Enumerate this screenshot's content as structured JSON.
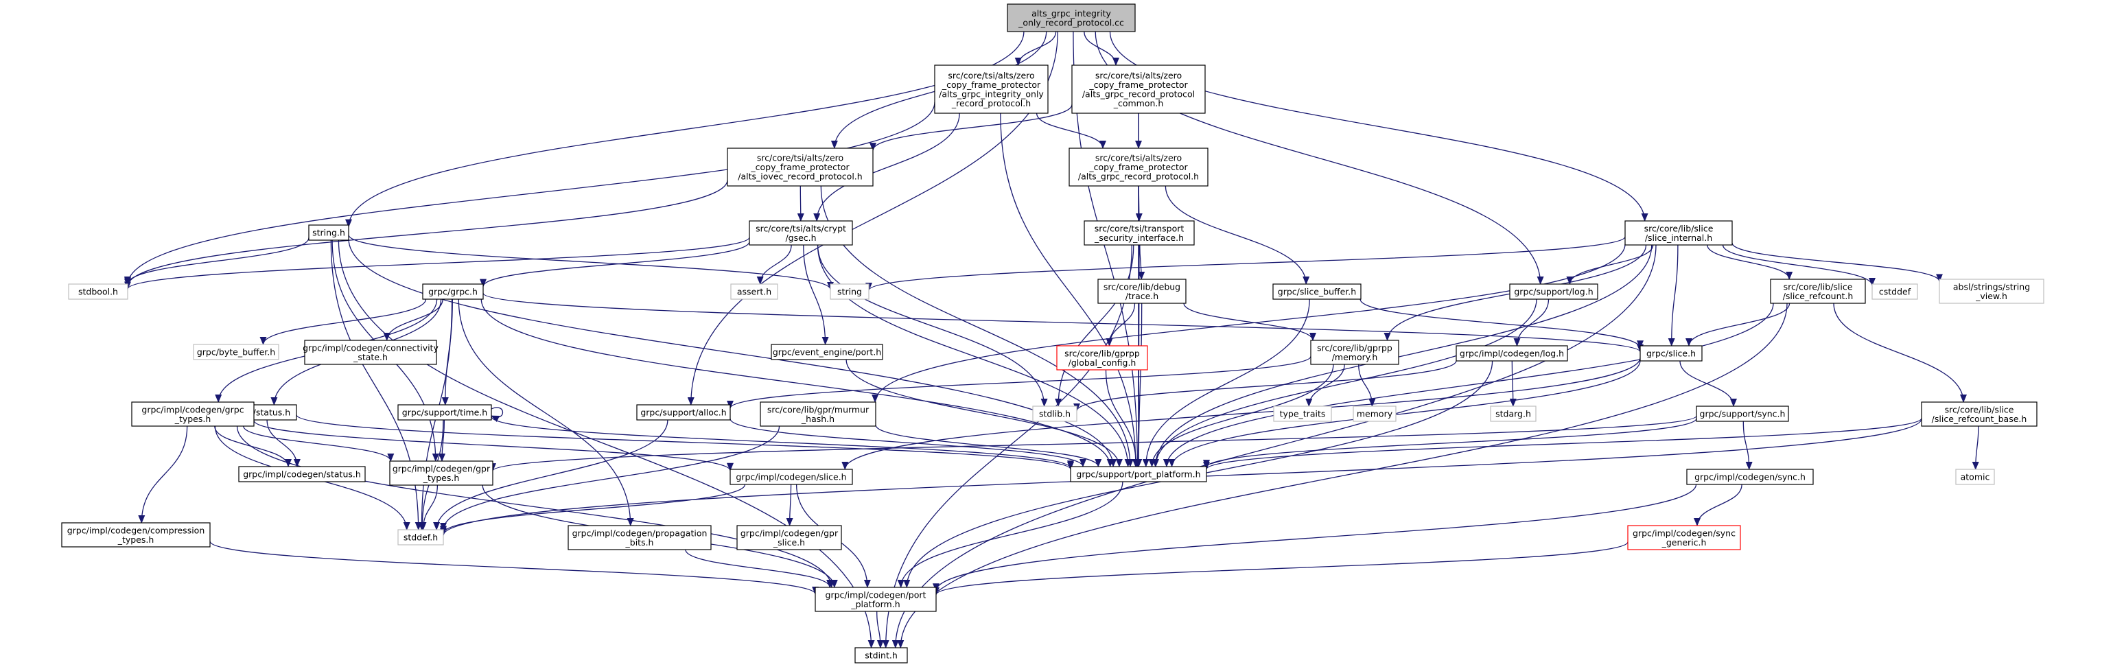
{
  "colors": {
    "edge": "#191970",
    "node_border": "#000000",
    "external_border": "#bfbfbf",
    "missing_border": "#ff0000",
    "root_fill": "#bfbfbf",
    "text": "#000000"
  },
  "nodes": [
    {
      "id": "root",
      "lines": [
        "alts_grpc_integrity",
        "_only_record_protocol.cc"
      ],
      "kind": "root"
    },
    {
      "id": "integ_h",
      "lines": [
        "src/core/tsi/alts/zero",
        "_copy_frame_protector",
        "/alts_grpc_integrity_only",
        "_record_protocol.h"
      ],
      "kind": "normal"
    },
    {
      "id": "rp_common",
      "lines": [
        "src/core/tsi/alts/zero",
        "_copy_frame_protector",
        "/alts_grpc_record_protocol",
        "_common.h"
      ],
      "kind": "normal"
    },
    {
      "id": "iovec",
      "lines": [
        "src/core/tsi/alts/zero",
        "_copy_frame_protector",
        "/alts_iovec_record_protocol.h"
      ],
      "kind": "normal"
    },
    {
      "id": "rp_h",
      "lines": [
        "src/core/tsi/alts/zero",
        "_copy_frame_protector",
        "/alts_grpc_record_protocol.h"
      ],
      "kind": "normal"
    },
    {
      "id": "string_h",
      "lines": [
        "string.h"
      ],
      "kind": "normal"
    },
    {
      "id": "gsec",
      "lines": [
        "src/core/tsi/alts/crypt",
        "/gsec.h"
      ],
      "kind": "normal"
    },
    {
      "id": "tsi_iface",
      "lines": [
        "src/core/tsi/transport",
        "_security_interface.h"
      ],
      "kind": "normal"
    },
    {
      "id": "slice_internal",
      "lines": [
        "src/core/lib/slice",
        "/slice_internal.h"
      ],
      "kind": "normal"
    },
    {
      "id": "stdbool",
      "lines": [
        "stdbool.h"
      ],
      "kind": "external"
    },
    {
      "id": "assert",
      "lines": [
        "assert.h"
      ],
      "kind": "external"
    },
    {
      "id": "string",
      "lines": [
        "string"
      ],
      "kind": "external"
    },
    {
      "id": "grpc_h",
      "lines": [
        "grpc/grpc.h"
      ],
      "kind": "normal"
    },
    {
      "id": "debug_trace",
      "lines": [
        "src/core/lib/debug",
        "/trace.h"
      ],
      "kind": "normal"
    },
    {
      "id": "slice_buffer",
      "lines": [
        "grpc/slice_buffer.h"
      ],
      "kind": "normal"
    },
    {
      "id": "support_log",
      "lines": [
        "grpc/support/log.h"
      ],
      "kind": "normal"
    },
    {
      "id": "slice_refcount",
      "lines": [
        "src/core/lib/slice",
        "/slice_refcount.h"
      ],
      "kind": "normal"
    },
    {
      "id": "cstddef",
      "lines": [
        "cstddef"
      ],
      "kind": "external"
    },
    {
      "id": "string_view",
      "lines": [
        "absl/strings/string",
        "_view.h"
      ],
      "kind": "external"
    },
    {
      "id": "byte_buffer",
      "lines": [
        "grpc/byte_buffer.h"
      ],
      "kind": "external"
    },
    {
      "id": "connectivity",
      "lines": [
        "grpc/impl/codegen/connectivity",
        "_state.h"
      ],
      "kind": "normal"
    },
    {
      "id": "ee_port",
      "lines": [
        "grpc/event_engine/port.h"
      ],
      "kind": "normal"
    },
    {
      "id": "global_config",
      "lines": [
        "src/core/lib/gprpp",
        "/global_config.h"
      ],
      "kind": "missing"
    },
    {
      "id": "gprpp_memory",
      "lines": [
        "src/core/lib/gprpp",
        "/memory.h"
      ],
      "kind": "normal"
    },
    {
      "id": "codegen_log",
      "lines": [
        "grpc/impl/codegen/log.h"
      ],
      "kind": "normal"
    },
    {
      "id": "slice_h",
      "lines": [
        "grpc/slice.h"
      ],
      "kind": "normal"
    },
    {
      "id": "status_h",
      "lines": [
        "grpc/status.h"
      ],
      "kind": "normal"
    },
    {
      "id": "support_time",
      "lines": [
        "grpc/support/time.h"
      ],
      "kind": "normal"
    },
    {
      "id": "grpc_types",
      "lines": [
        "grpc/impl/codegen/grpc",
        "_types.h"
      ],
      "kind": "normal"
    },
    {
      "id": "support_alloc",
      "lines": [
        "grpc/support/alloc.h"
      ],
      "kind": "normal"
    },
    {
      "id": "murmur",
      "lines": [
        "src/core/lib/gpr/murmur",
        "_hash.h"
      ],
      "kind": "normal"
    },
    {
      "id": "stdlib",
      "lines": [
        "stdlib.h"
      ],
      "kind": "external"
    },
    {
      "id": "type_traits",
      "lines": [
        "type_traits"
      ],
      "kind": "external"
    },
    {
      "id": "memory",
      "lines": [
        "memory"
      ],
      "kind": "external"
    },
    {
      "id": "stdarg",
      "lines": [
        "stdarg.h"
      ],
      "kind": "external"
    },
    {
      "id": "support_sync",
      "lines": [
        "grpc/support/sync.h"
      ],
      "kind": "normal"
    },
    {
      "id": "refcount_base",
      "lines": [
        "src/core/lib/slice",
        "/slice_refcount_base.h"
      ],
      "kind": "normal"
    },
    {
      "id": "codegen_status",
      "lines": [
        "grpc/impl/codegen/status.h"
      ],
      "kind": "normal"
    },
    {
      "id": "gpr_types",
      "lines": [
        "grpc/impl/codegen/gpr",
        "_types.h"
      ],
      "kind": "normal"
    },
    {
      "id": "support_pp",
      "lines": [
        "grpc/support/port_platform.h"
      ],
      "kind": "normal"
    },
    {
      "id": "codegen_slice",
      "lines": [
        "grpc/impl/codegen/slice.h"
      ],
      "kind": "normal"
    },
    {
      "id": "codegen_sync",
      "lines": [
        "grpc/impl/codegen/sync.h"
      ],
      "kind": "normal"
    },
    {
      "id": "atomic",
      "lines": [
        "atomic"
      ],
      "kind": "external"
    },
    {
      "id": "compression",
      "lines": [
        "grpc/impl/codegen/compression",
        "_types.h"
      ],
      "kind": "normal"
    },
    {
      "id": "stddef",
      "lines": [
        "stddef.h"
      ],
      "kind": "external"
    },
    {
      "id": "propagation",
      "lines": [
        "grpc/impl/codegen/propagation",
        "_bits.h"
      ],
      "kind": "normal"
    },
    {
      "id": "gpr_slice",
      "lines": [
        "grpc/impl/codegen/gpr",
        "_slice.h"
      ],
      "kind": "normal"
    },
    {
      "id": "sync_generic",
      "lines": [
        "grpc/impl/codegen/sync",
        "_generic.h"
      ],
      "kind": "missing"
    },
    {
      "id": "codegen_pp",
      "lines": [
        "grpc/impl/codegen/port",
        "_platform.h"
      ],
      "kind": "normal"
    },
    {
      "id": "stdint",
      "lines": [
        "stdint.h"
      ],
      "kind": "normal"
    }
  ],
  "edges": [
    [
      "root",
      "integ_h"
    ],
    [
      "root",
      "rp_common"
    ],
    [
      "root",
      "iovec"
    ],
    [
      "root",
      "string_h"
    ],
    [
      "root",
      "support_alloc"
    ],
    [
      "root",
      "support_log"
    ],
    [
      "root",
      "slice_internal"
    ],
    [
      "root",
      "support_pp"
    ],
    [
      "integ_h",
      "gsec"
    ],
    [
      "integ_h",
      "rp_h"
    ],
    [
      "integ_h",
      "stdbool"
    ],
    [
      "integ_h",
      "support_pp"
    ],
    [
      "rp_common",
      "iovec"
    ],
    [
      "rp_common",
      "rp_h"
    ],
    [
      "rp_common",
      "support_pp"
    ],
    [
      "iovec",
      "gsec"
    ],
    [
      "iovec",
      "stdbool"
    ],
    [
      "iovec",
      "support_pp"
    ],
    [
      "rp_h",
      "tsi_iface"
    ],
    [
      "rp_h",
      "slice_buffer"
    ],
    [
      "rp_h",
      "support_pp"
    ],
    [
      "string_h",
      "stdbool"
    ],
    [
      "string_h",
      "string"
    ],
    [
      "string_h",
      "stddef"
    ],
    [
      "string_h",
      "gpr_types"
    ],
    [
      "string_h",
      "support_pp"
    ],
    [
      "string_h",
      "stdint"
    ],
    [
      "gsec",
      "assert"
    ],
    [
      "gsec",
      "stdbool"
    ],
    [
      "gsec",
      "stdlib"
    ],
    [
      "gsec",
      "grpc_h"
    ],
    [
      "gsec",
      "ee_port"
    ],
    [
      "gsec",
      "support_pp"
    ],
    [
      "tsi_iface",
      "stdint"
    ],
    [
      "tsi_iface",
      "stdlib"
    ],
    [
      "tsi_iface",
      "debug_trace"
    ],
    [
      "tsi_iface",
      "support_pp"
    ],
    [
      "slice_internal",
      "string"
    ],
    [
      "slice_internal",
      "support_log"
    ],
    [
      "slice_internal",
      "slice_refcount"
    ],
    [
      "slice_internal",
      "cstddef"
    ],
    [
      "slice_internal",
      "string_view"
    ],
    [
      "slice_internal",
      "slice_h"
    ],
    [
      "slice_internal",
      "gprpp_memory"
    ],
    [
      "slice_internal",
      "murmur"
    ],
    [
      "slice_internal",
      "support_pp"
    ],
    [
      "slice_internal",
      "stdint"
    ],
    [
      "grpc_h",
      "byte_buffer"
    ],
    [
      "grpc_h",
      "connectivity"
    ],
    [
      "grpc_h",
      "status_h"
    ],
    [
      "grpc_h",
      "support_time"
    ],
    [
      "grpc_h",
      "grpc_types"
    ],
    [
      "grpc_h",
      "slice_h"
    ],
    [
      "grpc_h",
      "propagation"
    ],
    [
      "grpc_h",
      "stddef"
    ],
    [
      "grpc_h",
      "support_pp"
    ],
    [
      "debug_trace",
      "global_config"
    ],
    [
      "debug_trace",
      "gprpp_memory"
    ],
    [
      "debug_trace",
      "support_pp"
    ],
    [
      "slice_buffer",
      "slice_h"
    ],
    [
      "slice_buffer",
      "support_pp"
    ],
    [
      "support_log",
      "codegen_log"
    ],
    [
      "support_log",
      "support_pp"
    ],
    [
      "slice_refcount",
      "slice_h"
    ],
    [
      "slice_refcount",
      "refcount_base"
    ],
    [
      "slice_refcount",
      "support_pp"
    ],
    [
      "slice_refcount",
      "stdint"
    ],
    [
      "ee_port",
      "support_pp"
    ],
    [
      "global_config",
      "support_pp"
    ],
    [
      "gprpp_memory",
      "type_traits"
    ],
    [
      "gprpp_memory",
      "memory"
    ],
    [
      "gprpp_memory",
      "support_alloc"
    ],
    [
      "gprpp_memory",
      "support_pp"
    ],
    [
      "codegen_log",
      "stdarg"
    ],
    [
      "codegen_log",
      "stdlib"
    ],
    [
      "codegen_log",
      "codegen_pp"
    ],
    [
      "slice_h",
      "support_sync"
    ],
    [
      "slice_h",
      "codegen_slice"
    ],
    [
      "slice_h",
      "support_pp"
    ],
    [
      "status_h",
      "codegen_status"
    ],
    [
      "status_h",
      "support_pp"
    ],
    [
      "support_time",
      "support_time"
    ],
    [
      "support_time",
      "gpr_types"
    ],
    [
      "support_time",
      "stddef"
    ],
    [
      "support_time",
      "support_pp"
    ],
    [
      "grpc_types",
      "codegen_status"
    ],
    [
      "grpc_types",
      "gpr_types"
    ],
    [
      "grpc_types",
      "codegen_slice"
    ],
    [
      "grpc_types",
      "compression"
    ],
    [
      "grpc_types",
      "stddef"
    ],
    [
      "grpc_types",
      "codegen_pp"
    ],
    [
      "support_alloc",
      "stddef"
    ],
    [
      "support_alloc",
      "support_pp"
    ],
    [
      "murmur",
      "stddef"
    ],
    [
      "murmur",
      "support_pp"
    ],
    [
      "support_sync",
      "codegen_sync"
    ],
    [
      "support_sync",
      "gpr_types"
    ],
    [
      "support_sync",
      "support_pp"
    ],
    [
      "refcount_base",
      "atomic"
    ],
    [
      "refcount_base",
      "stddef"
    ],
    [
      "refcount_base",
      "support_pp"
    ],
    [
      "gpr_types",
      "stddef"
    ],
    [
      "gpr_types",
      "codegen_pp"
    ],
    [
      "support_pp",
      "codegen_pp"
    ],
    [
      "codegen_slice",
      "stddef"
    ],
    [
      "codegen_slice",
      "gpr_slice"
    ],
    [
      "codegen_slice",
      "codegen_pp"
    ],
    [
      "codegen_sync",
      "sync_generic"
    ],
    [
      "codegen_sync",
      "codegen_pp"
    ],
    [
      "compression",
      "codegen_pp"
    ],
    [
      "propagation",
      "codegen_pp"
    ],
    [
      "sync_generic",
      "codegen_pp"
    ],
    [
      "codegen_pp",
      "stdint"
    ]
  ]
}
